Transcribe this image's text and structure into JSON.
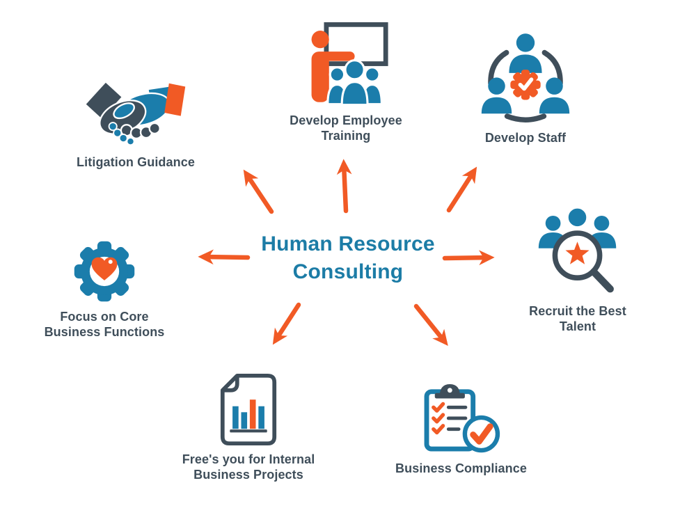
{
  "title": "Human Resource\nConsulting",
  "colors": {
    "orange": "#F15A25",
    "icon_blue": "#1B7DAB",
    "slate": "#3F4E5A",
    "title_blue": "#1C7CA6",
    "background": "#FFFFFF"
  },
  "nodes": [
    {
      "label": "Litigation Guidance",
      "icon": "handshake-icon"
    },
    {
      "label": "Develop Employee\nTraining",
      "icon": "presenter-training-icon"
    },
    {
      "label": "Develop Staff",
      "icon": "team-gear-icon"
    },
    {
      "label": "Recruit the Best\nTalent",
      "icon": "talent-search-icon"
    },
    {
      "label": "Business Compliance",
      "icon": "compliance-clipboard-icon"
    },
    {
      "label": "Free's you for Internal\nBusiness Projects",
      "icon": "report-chart-icon"
    },
    {
      "label": "Focus on Core\nBusiness Functions",
      "icon": "gear-heart-icon"
    }
  ],
  "arrow_count": 7
}
